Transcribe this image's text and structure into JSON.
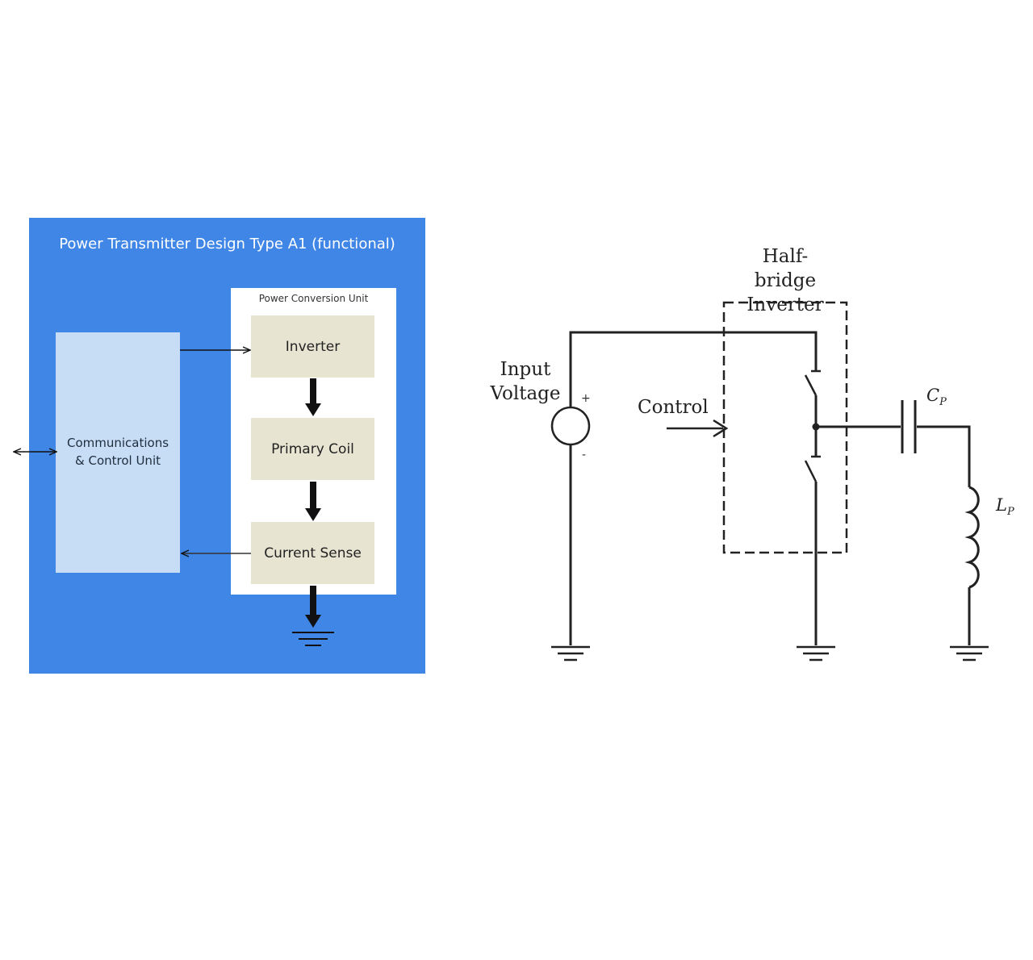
{
  "block_diagram": {
    "title": "Power Transmitter Design Type A1 (functional)",
    "power_conversion_unit": {
      "label": "Power Conversion Unit",
      "stages": [
        "Inverter",
        "Primary Coil",
        "Current Sense"
      ]
    },
    "control_unit": {
      "line1": "Communications",
      "line2": "& Control Unit"
    }
  },
  "schematic": {
    "inverter_label_line1": "Half-bridge",
    "inverter_label_line2": "Inverter",
    "input_label_line1": "Input",
    "input_label_line2": "Voltage",
    "plus_sign": "+",
    "minus_sign": "-",
    "control_label": "Control",
    "capacitor_symbol": "C",
    "capacitor_subscript": "P",
    "inductor_symbol": "L",
    "inductor_subscript": "P"
  },
  "colors": {
    "panel_blue": "#3f86e6",
    "control_unit_fill": "#c6ddf5",
    "stage_fill": "#e7e4d2",
    "wire": "#222222"
  }
}
